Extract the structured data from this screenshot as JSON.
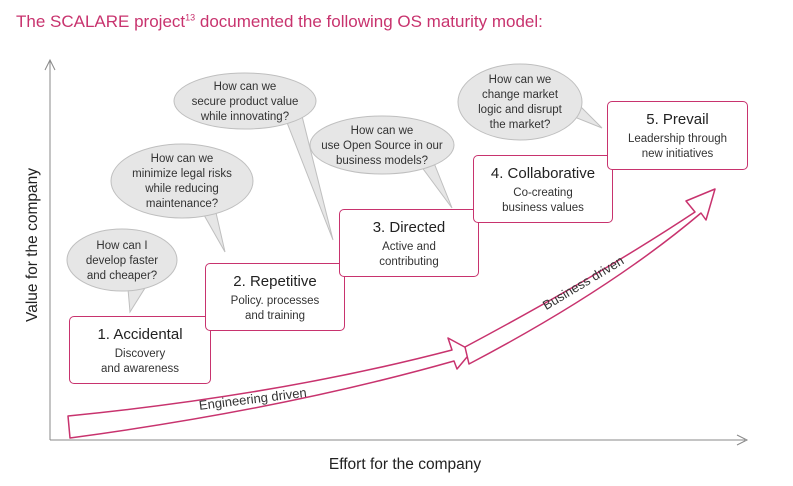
{
  "title": {
    "text_before": "The SCALARE project",
    "superscript": "13",
    "text_after": " documented the following OS maturity model:"
  },
  "axes": {
    "y_label": "Value for the company",
    "x_label": "Effort for the company"
  },
  "stages": [
    {
      "title": "1. Accidental",
      "desc": "Discovery\nand awareness"
    },
    {
      "title": "2. Repetitive",
      "desc": "Policy. processes\nand training"
    },
    {
      "title": "3. Directed",
      "desc": "Active and\ncontributing"
    },
    {
      "title": "4. Collaborative",
      "desc": "Co-creating\nbusiness values"
    },
    {
      "title": "5. Prevail",
      "desc": "Leadership through\nnew initiatives"
    }
  ],
  "bubbles": [
    {
      "text": "How can I\ndevelop faster\nand cheaper?"
    },
    {
      "text": "How can we\nminimize legal risks\nwhile reducing\nmaintenance?"
    },
    {
      "text": "How can we\nsecure product value\nwhile innovating?"
    },
    {
      "text": "How can we\nuse Open Source in our\nbusiness models?"
    },
    {
      "text": "How can we\nchange market\nlogic and disrupt\nthe market?"
    }
  ],
  "arrows": {
    "engineering": "Engineering driven",
    "business": "Business driven"
  },
  "colors": {
    "accent": "#c8336e",
    "bubble_fill": "#e6e6e6",
    "axis": "#888888"
  }
}
